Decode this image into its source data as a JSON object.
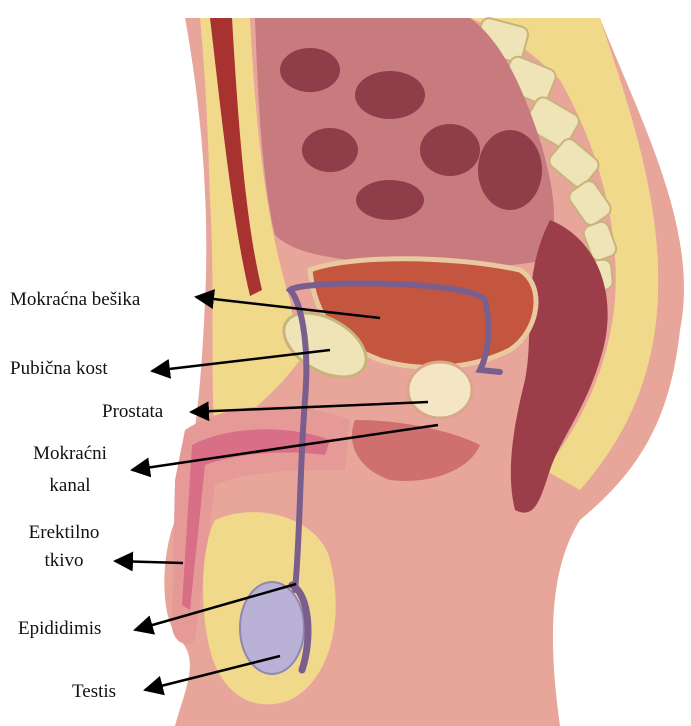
{
  "labels": {
    "bladder": "Mokraćna bešika",
    "pubic_bone": "Pubična kost",
    "prostate": "Prostata",
    "urethra_line1": "Mokraćni",
    "urethra_line2": "kanal",
    "erectile_line1": "Erektilno",
    "erectile_line2": "tkivo",
    "epididymis": "Epididimis",
    "testis": "Testis"
  },
  "colors": {
    "skin": "#e8a59a",
    "fat": "#f1d98c",
    "muscle": "#c65a5a",
    "bone": "#efe4b8",
    "duct": "#7a5f8e",
    "testis": "#b9b2d6"
  }
}
